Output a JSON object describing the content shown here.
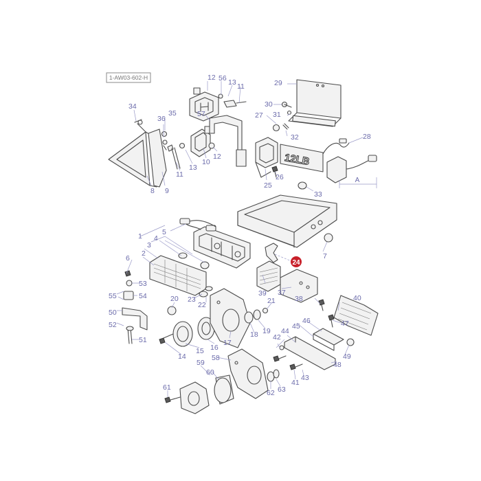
{
  "diagram": {
    "reference_code": "1-AW03-602-H",
    "highlighted_part": "24",
    "dimension_label": "A",
    "plate_text": "12LB",
    "colors": {
      "callout": "#6a6aaa",
      "highlight": "#c8202a",
      "line": "#4a4a4a"
    },
    "callouts": {
      "c1": "1",
      "c2": "2",
      "c3": "3",
      "c4": "4",
      "c5": "5",
      "c6": "6",
      "c7": "7",
      "c8": "8",
      "c9": "9",
      "c10": "10",
      "c11a": "11",
      "c11b": "11",
      "c12a": "12",
      "c12b": "12",
      "c13a": "13",
      "c13b": "13",
      "c14": "14",
      "c15": "15",
      "c16": "16",
      "c17": "17",
      "c18": "18",
      "c19": "19",
      "c20": "20",
      "c21": "21",
      "c22": "22",
      "c23": "23",
      "c25": "25",
      "c26": "26",
      "c27": "27",
      "c28": "28",
      "c29": "29",
      "c30": "30",
      "c31": "31",
      "c32": "32",
      "c33": "33",
      "c34": "34",
      "c35": "35",
      "c36": "36",
      "c37": "37",
      "c38": "38",
      "c39": "39",
      "c40": "40",
      "c41": "41",
      "c42": "42",
      "c43": "43",
      "c44": "44",
      "c45": "45",
      "c46": "46",
      "c47": "47",
      "c48": "48",
      "c49": "49",
      "c50": "50",
      "c51": "51",
      "c52": "52",
      "c53": "53",
      "c54": "54",
      "c55": "55",
      "c56": "56",
      "c57": "57",
      "c58": "58",
      "c59": "59",
      "c60": "60",
      "c61": "61",
      "c62": "62",
      "c63": "63"
    }
  }
}
